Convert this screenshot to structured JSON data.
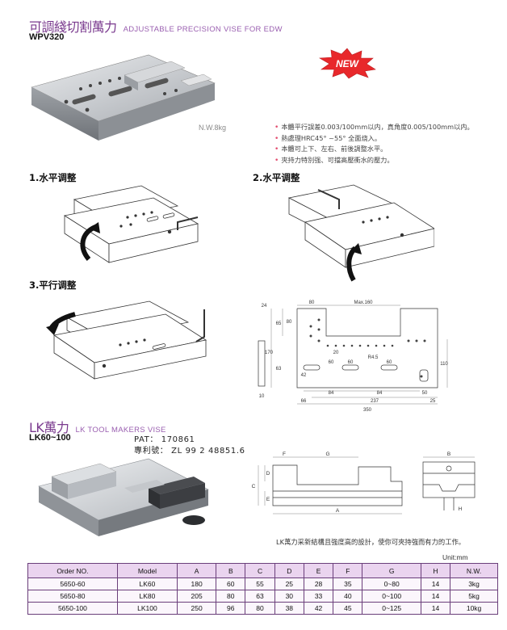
{
  "header": {
    "title_cn": "可調綫切割萬力",
    "title_en": "ADJUSTABLE PRECISION VISE FOR EDW",
    "model": "WPV320"
  },
  "badge": {
    "label": "NEW",
    "color": "#e8282b"
  },
  "product1": {
    "weight": "N.W.8kg",
    "features": [
      "本體平行誤差0.003/100mm以内，真角度0.005/100mm以内。",
      "熱處理HRC45° ~55° 全面烧入。",
      "本體可上下、左右、前後調整水平。",
      "夾持力特別强、可擋高壓衝水的壓力。"
    ]
  },
  "steps": [
    {
      "label": "1.水平调整"
    },
    {
      "label": "2.水平调整"
    },
    {
      "label": "3.平行调整"
    }
  ],
  "drawing1": {
    "dims": [
      "24",
      "80",
      "Max.160",
      "65",
      "80",
      "170",
      "63",
      "110",
      "20",
      "42",
      "R4.5",
      "60",
      "60",
      "60",
      "84",
      "84",
      "50",
      "10",
      "66",
      "237",
      "25",
      "350"
    ]
  },
  "section2": {
    "title_cn": "LK萬力",
    "title_en": "LK TOOL MAKERS VISE",
    "model": "LK60~100",
    "pat": "PAT： 170861",
    "patent": "專利號： ZL 99 2 48851.6",
    "note": "LK萬力采新結構且強度高的設計，使你可夾持強而有力的工作。",
    "unit": "Unit:mm"
  },
  "drawing2": {
    "labels": [
      "F",
      "G",
      "D",
      "C",
      "E",
      "A"
    ],
    "side_labels": [
      "B",
      "H"
    ]
  },
  "table": {
    "headers": [
      "Order NO.",
      "Model",
      "A",
      "B",
      "C",
      "D",
      "E",
      "F",
      "G",
      "H",
      "N.W."
    ],
    "rows": [
      [
        "5650-60",
        "LK60",
        "180",
        "60",
        "55",
        "25",
        "28",
        "35",
        "0~80",
        "14",
        "3kg"
      ],
      [
        "5650-80",
        "LK80",
        "205",
        "80",
        "63",
        "30",
        "33",
        "40",
        "0~100",
        "14",
        "5kg"
      ],
      [
        "5650-100",
        "LK100",
        "250",
        "96",
        "80",
        "38",
        "42",
        "45",
        "0~125",
        "14",
        "10kg"
      ]
    ]
  }
}
